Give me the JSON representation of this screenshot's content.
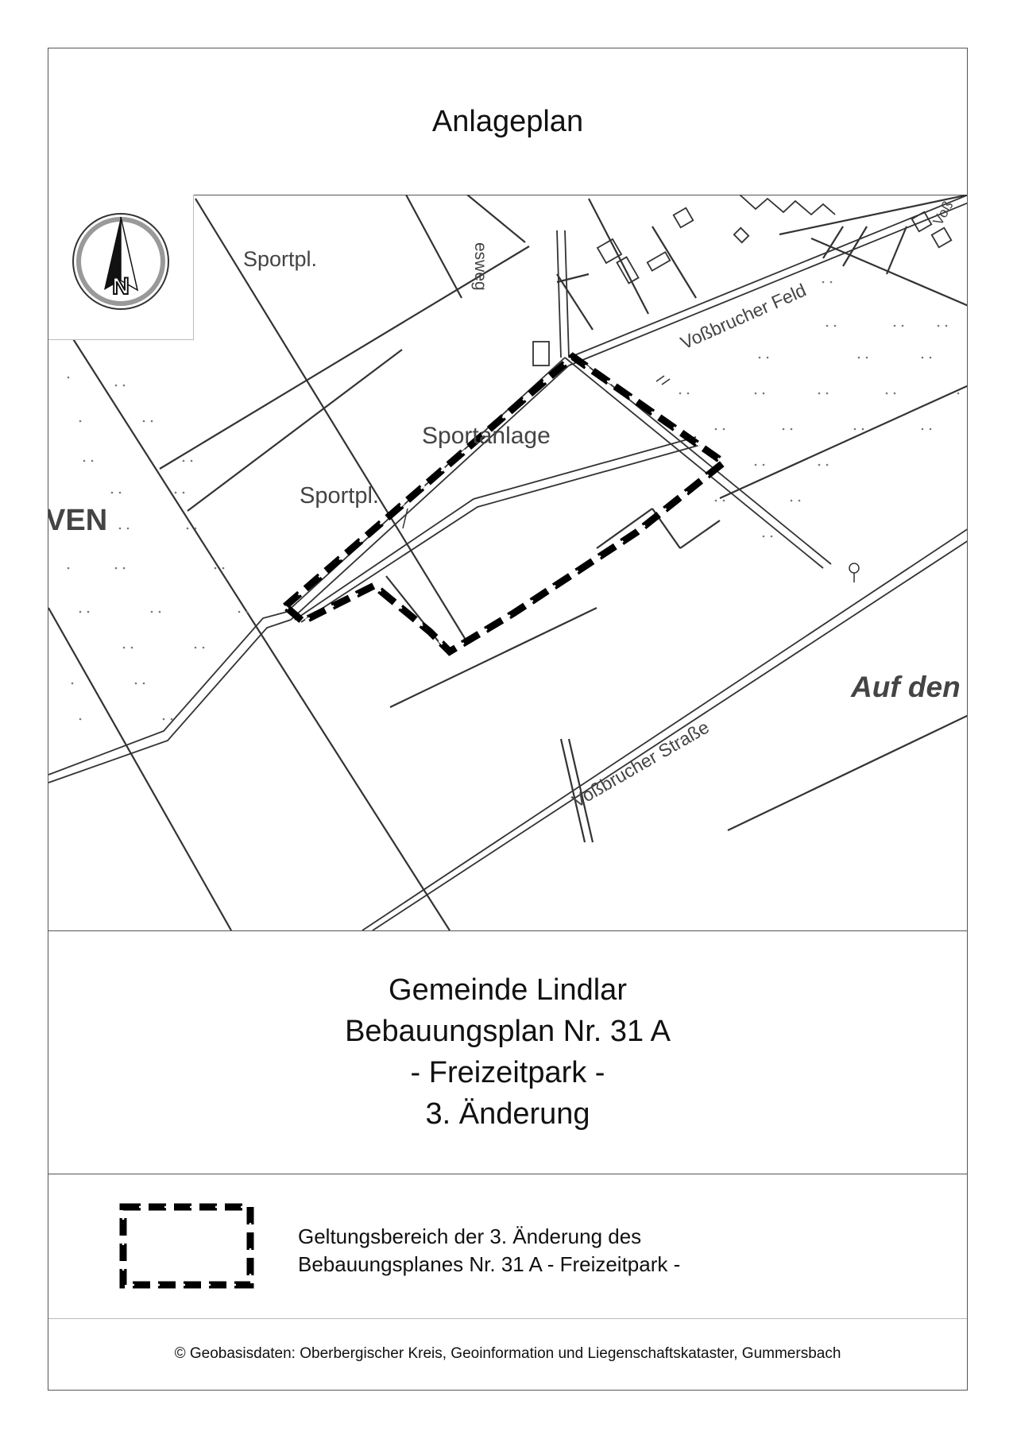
{
  "title": "Anlageplan",
  "map": {
    "labels": {
      "sportpl_1": "Sportpl.",
      "sportanlage": "Sportanlage",
      "sportpl_2": "Sportpl.",
      "ven": "VEN",
      "vossbrucher_feld": "Voßbrucher Feld",
      "vossbrucher_strasse": "Voßbrucher Straße",
      "auf_den": "Auf den",
      "weg_fragment": "esweg",
      "top_right_fragment": "Voß"
    },
    "compass": {
      "letter": "N"
    }
  },
  "info": {
    "line1": "Gemeinde Lindlar",
    "line2": "Bebauungsplan Nr. 31 A",
    "line3": "- Freizeitpark -",
    "line4": "3. Änderung"
  },
  "legend": {
    "line1": "Geltungsbereich der 3. Änderung des",
    "line2": "Bebauungsplanes Nr. 31 A - Freizeitpark -"
  },
  "copyright": "© Geobasisdaten: Oberbergischer Kreis, Geoinformation und Liegenschaftskataster, Gummersbach"
}
